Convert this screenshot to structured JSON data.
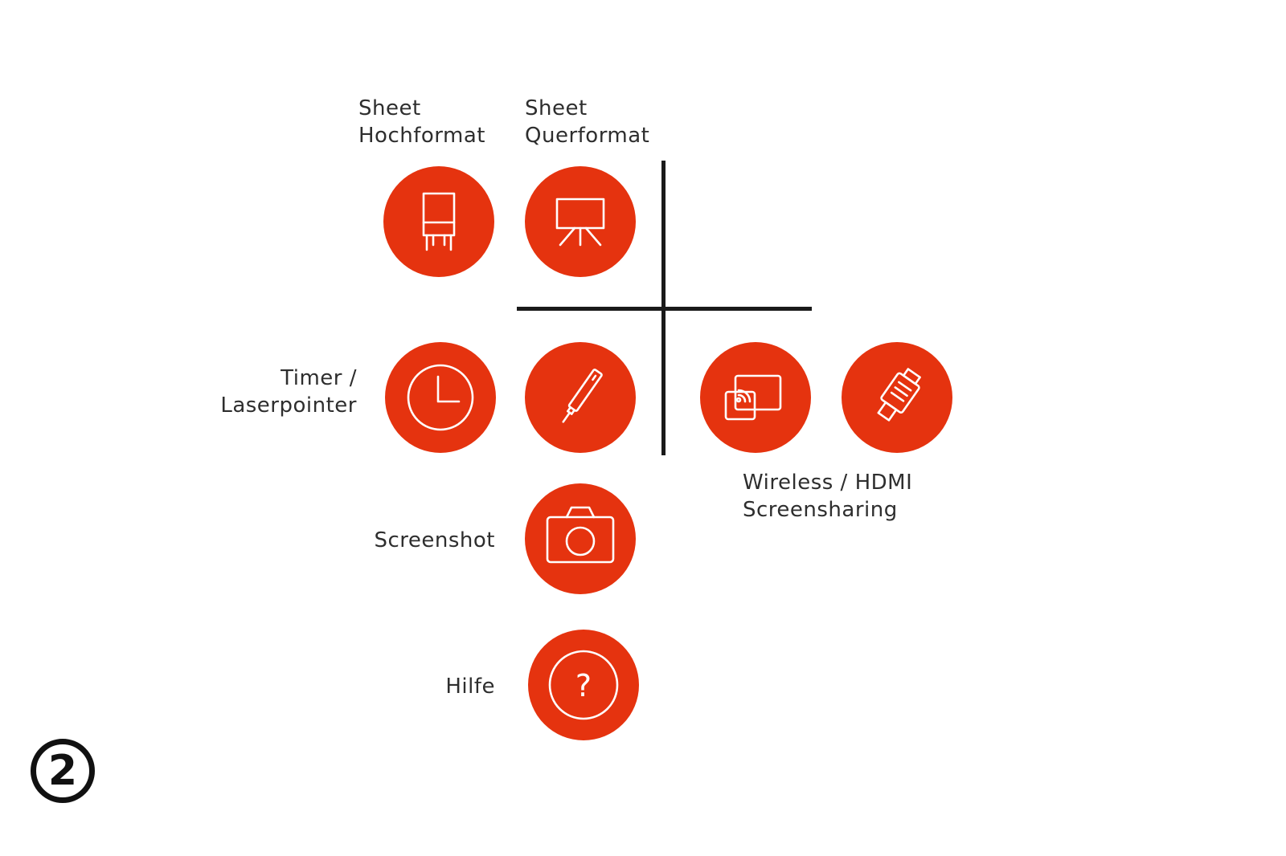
{
  "labels": {
    "sheet_portrait": "Sheet\nHochformat",
    "sheet_landscape": "Sheet\nQuerformat",
    "timer_laser": "Timer /\nLaserpointer",
    "screensharing": "Wireless / HDMI\nScreensharing",
    "screenshot": "Screenshot",
    "help": "Hilfe"
  },
  "help_glyph": "?",
  "step_number": "2",
  "icons": {
    "sheet_portrait": "flipchart-icon",
    "sheet_landscape": "easel-icon",
    "timer": "clock-icon",
    "laser": "laserpointer-icon",
    "wireless": "cast-icon",
    "hdmi": "hdmi-plug-icon",
    "screenshot": "camera-icon",
    "help": "question-icon"
  },
  "colors": {
    "button": "#e5330f",
    "icon": "#ffffff",
    "divider": "#1a1a1a",
    "text": "#2e2e2e"
  }
}
